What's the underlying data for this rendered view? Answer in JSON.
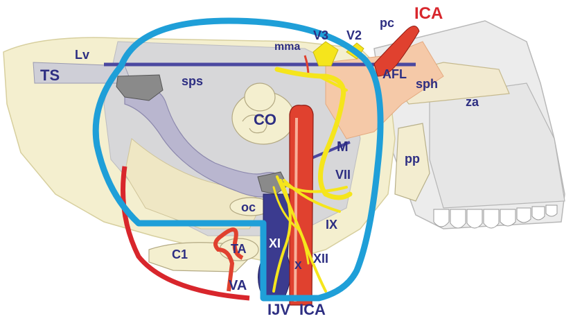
{
  "colors": {
    "bone": "#f4efcf",
    "bone_stroke": "#d7cf9e",
    "skull_gray": "#d4d4d6",
    "sinus": "#b9b6cf",
    "vessel_red": "#e0412f",
    "vein_blue": "#3b3b8f",
    "nerve_yellow": "#f5e51c",
    "flap_blue": "#1f9fd8",
    "incision_red": "#d8262c",
    "label_navy": "#2d2e82",
    "label_red": "#d8262c"
  },
  "labels": {
    "ts": "TS",
    "lv": "Lv",
    "sps": "sps",
    "mma": "mma",
    "v3": "V3",
    "v2": "V2",
    "pc": "pc",
    "ica_top": "ICA",
    "afl": "AFL",
    "sph": "sph",
    "za": "za",
    "co": "CO",
    "m": "M",
    "pp": "pp",
    "vii": "VII",
    "oc": "oc",
    "ix": "IX",
    "c1": "C1",
    "ta": "TA",
    "xi": "XI",
    "x": "X",
    "xii": "XII",
    "va": "VA",
    "ijv": "IJV",
    "ica_bottom": "ICA"
  }
}
